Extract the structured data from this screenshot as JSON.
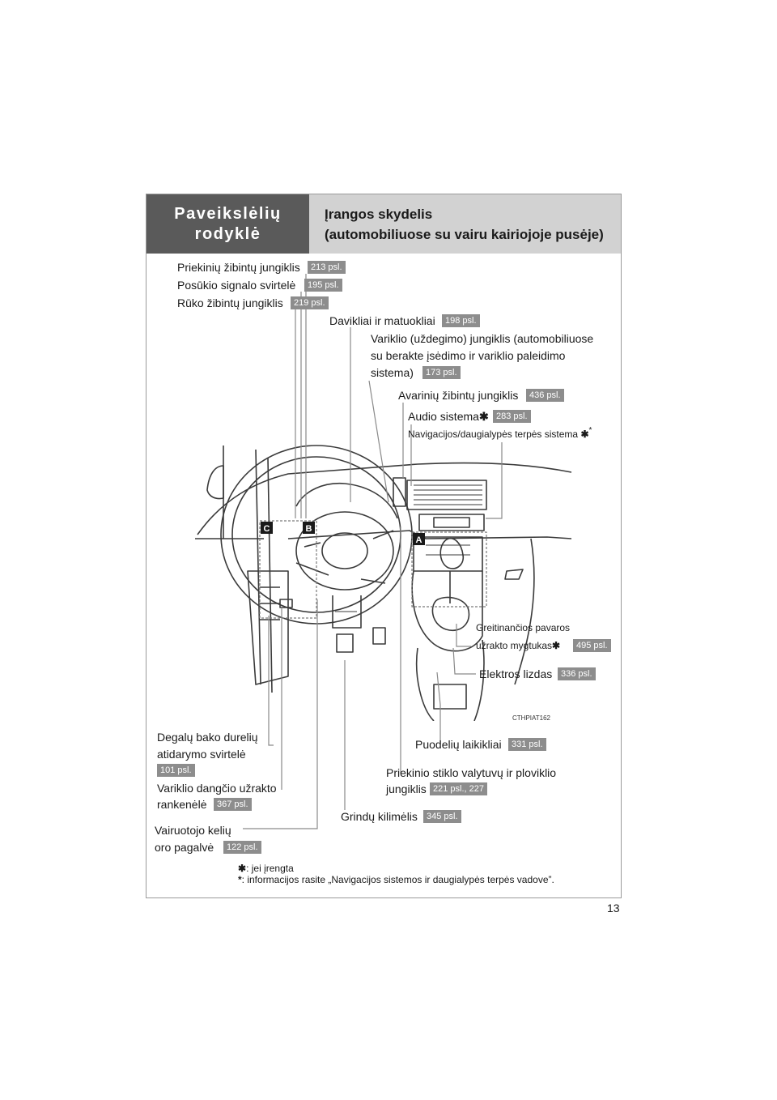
{
  "header": {
    "section_title_line1": "Paveikslėlių",
    "section_title_line2": "rodyklė",
    "title_line1": "Įrangos skydelis",
    "title_line2": "(automobiliuose su vairu kairiojoje pusėje)"
  },
  "labels": {
    "headlight_switch": "Priekinių žibintų jungiklis",
    "headlight_switch_page": "213 psl.",
    "turn_signal": "Posūkio signalo svirtelė",
    "turn_signal_page": "195 psl.",
    "fog_light": "Rūko žibintų jungiklis",
    "fog_light_page": "219 psl.",
    "gauges": "Davikliai ir matuokliai",
    "gauges_page": "198 psl.",
    "engine_switch_l1": "Variklio (uždegimo) jungiklis (automobiliuose",
    "engine_switch_l2": "su berakte įsėdimo ir variklio paleidimo",
    "engine_switch_l3": "sistema)",
    "engine_switch_page": "173 psl.",
    "hazard": "Avarinių žibintų jungiklis",
    "hazard_page": "436 psl.",
    "audio": "Audio sistema",
    "audio_page": "283 psl.",
    "navigation": "Navigacijos/daugialypės terpės sistema",
    "shift_lock_l1": "Greitinančios pavaros",
    "shift_lock_l2": "užrakto mygtukas",
    "shift_lock_page": "495 psl.",
    "power_outlet": "Elektros lizdas",
    "power_outlet_page": "336 psl.",
    "image_code": "CTHPIAT162",
    "fuel_door_l1": "Degalų bako durelių",
    "fuel_door_l2": "atidarymo svirtelė",
    "fuel_door_page": "101 psl.",
    "cup_holders": "Puodelių laikikliai",
    "cup_holders_page": "331 psl.",
    "wiper_l1": "Priekinio stiklo valytuvų ir ploviklio",
    "wiper_l2": "jungiklis",
    "wiper_page": "221 psl., 227",
    "hood_release_l1": "Variklio dangčio užrakto",
    "hood_release_l2": "rankenėlė",
    "hood_release_page": "367 psl.",
    "floor_mat": "Grindų kilimėlis",
    "floor_mat_page": "345 psl.",
    "knee_airbag_l1": "Vairuotojo kelių",
    "knee_airbag_l2": "oro pagalvė",
    "knee_airbag_page": "122 psl."
  },
  "markers": {
    "a": "A",
    "b": "B",
    "c": "C"
  },
  "footnotes": {
    "if_equipped": ": jei įrengta",
    "nav_manual": ": informacijos rasite „Navigacijos sistemos ir daugialypės terpės vadove”."
  },
  "symbols": {
    "asterisk": "✱",
    "star": "*"
  },
  "page_number": "13"
}
